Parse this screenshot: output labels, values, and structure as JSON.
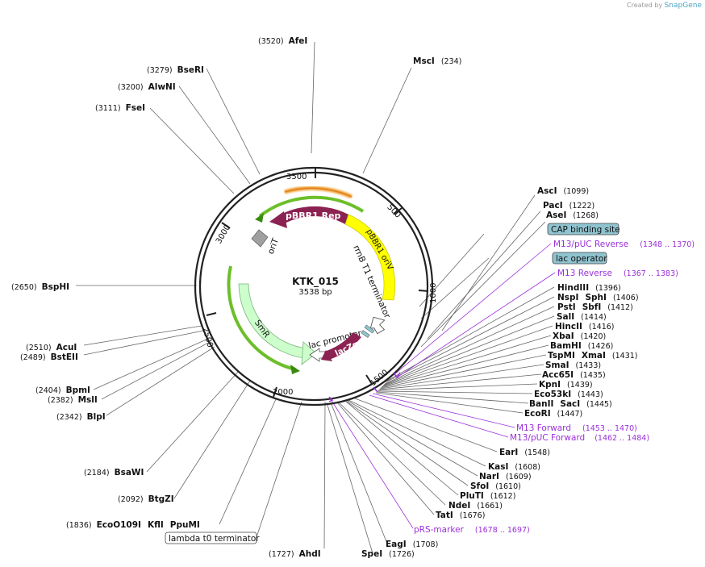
{
  "credit": {
    "prefix": "Created by",
    "brand": "SnapGene"
  },
  "plasmid": {
    "name": "KTK_015",
    "length": "3538 bp"
  },
  "ticks": [
    "500",
    "1000",
    "1500",
    "2000",
    "2500",
    "3000",
    "3500"
  ],
  "features": {
    "pbbr1_rep": "pBBR1 Rep",
    "pbbr1_oriv": "pBBR1 oriV",
    "orit": "oriT",
    "rrnb": "rrnB T1 terminator",
    "smr": "SmR",
    "lac_promoter": "lac promoter",
    "lacz": "lacZα"
  },
  "boxed": {
    "cap": "CAP binding site",
    "lac_operator": "lac operator",
    "lambda": "lambda t0 terminator"
  },
  "sites": [
    {
      "name": "AfeI",
      "pos": "(3520)"
    },
    {
      "name": "BseRI",
      "pos": "(3279)"
    },
    {
      "name": "AlwNI",
      "pos": "(3200)"
    },
    {
      "name": "FseI",
      "pos": "(3111)"
    },
    {
      "name": "BspHI",
      "pos": "(2650)"
    },
    {
      "name": "AcuI",
      "pos": "(2510)"
    },
    {
      "name": "BstEII",
      "pos": "(2489)"
    },
    {
      "name": "BpmI",
      "pos": "(2404)"
    },
    {
      "name": "MslI",
      "pos": "(2382)"
    },
    {
      "name": "BlpI",
      "pos": "(2342)"
    },
    {
      "name": "BsaWI",
      "pos": "(2184)"
    },
    {
      "name": "BtgZI",
      "pos": "(2092)"
    },
    {
      "name": "EcoO109I",
      "pos": "(1836)"
    },
    {
      "name": "AhdI",
      "pos": "(1727)"
    },
    {
      "name": "MscI",
      "pos": "(234)"
    },
    {
      "name": "AscI",
      "pos": "(1099)"
    },
    {
      "name": "PacI",
      "pos": "(1222)"
    },
    {
      "name": "AseI",
      "pos": "(1268)"
    },
    {
      "name": "HindIII",
      "pos": "(1396)"
    },
    {
      "name": "NspI",
      "pos": "(1406)"
    },
    {
      "name": "PstI",
      "pos": "(1412)"
    },
    {
      "name": "SalI",
      "pos": "(1414)"
    },
    {
      "name": "HincII",
      "pos": "(1416)"
    },
    {
      "name": "XbaI",
      "pos": "(1420)"
    },
    {
      "name": "BamHI",
      "pos": "(1426)"
    },
    {
      "name": "TspMI",
      "pos": "(1431)"
    },
    {
      "name": "SmaI",
      "pos": "(1433)"
    },
    {
      "name": "Acc65I",
      "pos": "(1435)"
    },
    {
      "name": "KpnI",
      "pos": "(1439)"
    },
    {
      "name": "Eco53kI",
      "pos": "(1443)"
    },
    {
      "name": "BanII",
      "pos": "(1445)"
    },
    {
      "name": "EcoRI",
      "pos": "(1447)"
    },
    {
      "name": "EarI",
      "pos": "(1548)"
    },
    {
      "name": "KasI",
      "pos": "(1608)"
    },
    {
      "name": "NarI",
      "pos": "(1609)"
    },
    {
      "name": "SfoI",
      "pos": "(1610)"
    },
    {
      "name": "PluTI",
      "pos": "(1612)"
    },
    {
      "name": "NdeI",
      "pos": "(1661)"
    },
    {
      "name": "TatI",
      "pos": "(1676)"
    },
    {
      "name": "EagI",
      "pos": "(1708)"
    },
    {
      "name": "SpeI",
      "pos": "(1726)"
    }
  ],
  "suffixes": {
    "kfli": "KflI",
    "ppumi": "PpuMI",
    "sphi": "SphI",
    "sbfi": "SbfI",
    "xmai": "XmaI",
    "saci": "SacI"
  },
  "primers": [
    {
      "name": "M13/pUC Reverse",
      "pos": "(1348 .. 1370)"
    },
    {
      "name": "M13 Reverse",
      "pos": "(1367 .. 1383)"
    },
    {
      "name": "M13 Forward",
      "pos": "(1453 .. 1470)"
    },
    {
      "name": "M13/pUC Forward",
      "pos": "(1462 .. 1484)"
    },
    {
      "name": "pRS-marker",
      "pos": "(1678 .. 1697)"
    }
  ],
  "colors": {
    "backbone": "#222222",
    "rep": "#8b2252",
    "oriv": "#ffff00",
    "smr": "#ccffcc",
    "orit": "#a0a0a0",
    "primer": "#9b30d9",
    "box_fill": "#8fc3cf",
    "orange_arc": "#f0a030",
    "green_arc": "#6cbf2a"
  }
}
